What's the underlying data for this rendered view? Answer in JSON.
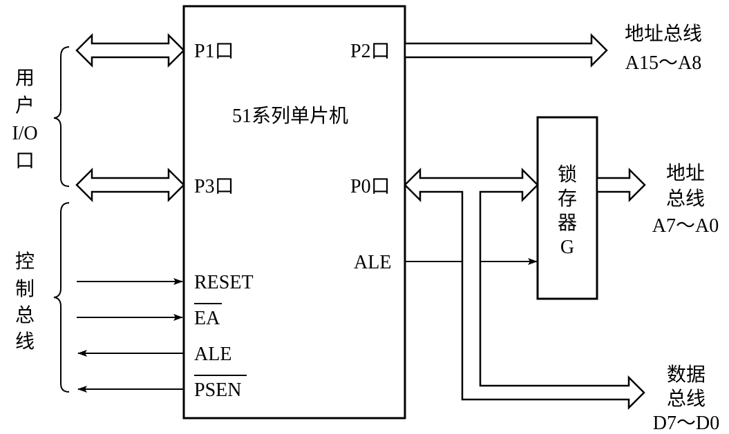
{
  "mcu": {
    "title": "51系列单片机",
    "p1": "P1口",
    "p3": "P3口",
    "p2": "P2口",
    "p0": "P0口",
    "ale_right": "ALE",
    "reset": "RESET",
    "ea": "EA",
    "ale_left": "ALE",
    "psen": "PSEN"
  },
  "left_groups": {
    "user_io": [
      "用",
      "户",
      "I/O",
      "口"
    ],
    "control_bus": [
      "控",
      "制",
      "总",
      "线"
    ]
  },
  "latch": {
    "lines": [
      "锁",
      "存",
      "器",
      "G"
    ]
  },
  "outputs": {
    "high_addr": [
      "地址总线",
      "A15～A8"
    ],
    "low_addr": [
      "地址",
      "总线",
      "A7～A0"
    ],
    "data_bus": [
      "数据",
      "总线",
      "D7～D0"
    ]
  }
}
